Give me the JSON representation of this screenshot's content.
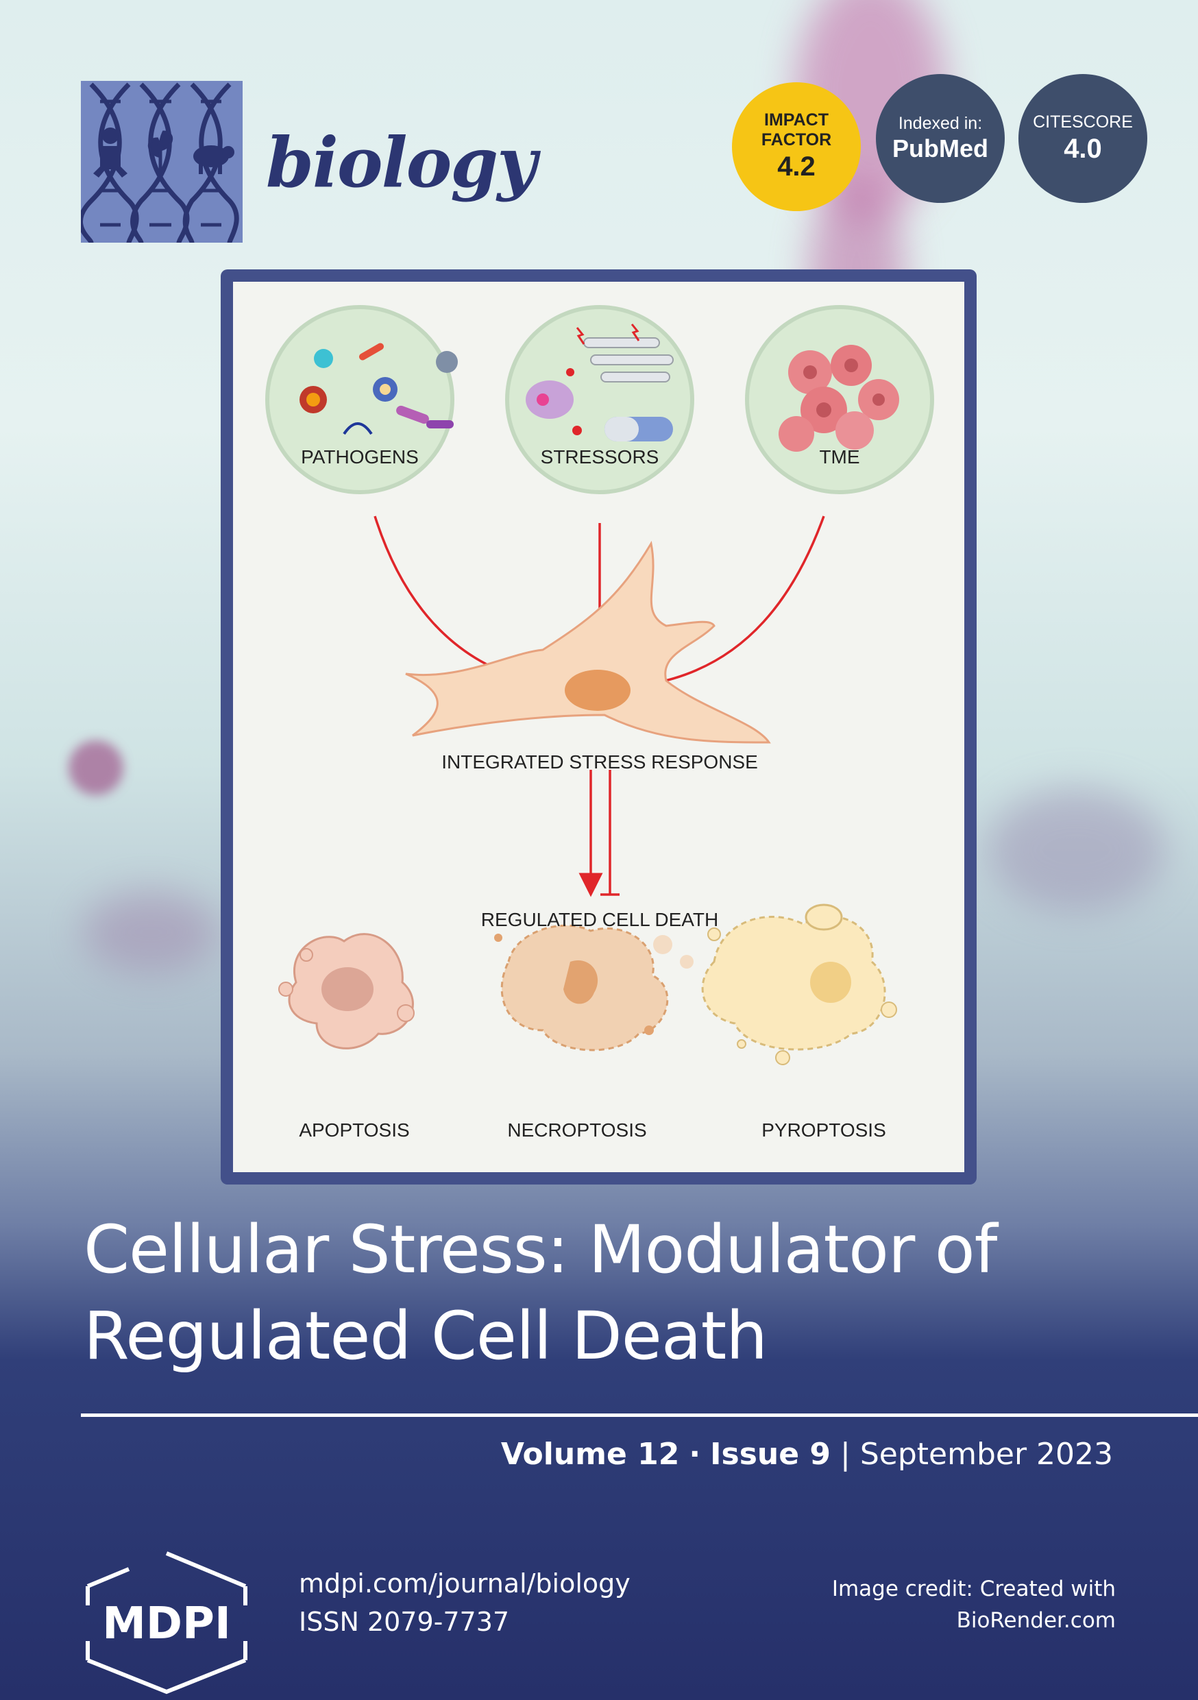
{
  "journal": {
    "name": "biology"
  },
  "badges": {
    "impact_factor": {
      "line1": "IMPACT",
      "line2": "FACTOR",
      "value": "4.2"
    },
    "indexed": {
      "label": "Indexed in:",
      "value": "PubMed"
    },
    "citescore": {
      "label": "CITESCORE",
      "value": "4.0"
    }
  },
  "figure": {
    "sources": [
      "PATHOGENS",
      "STRESSORS",
      "TME"
    ],
    "response_label": "INTEGRATED STRESS RESPONSE",
    "death_label": "REGULATED CELL DEATH",
    "outcomes": [
      "APOPTOSIS",
      "NECROPTOSIS",
      "PYROPTOSIS"
    ]
  },
  "cover": {
    "title_line1": "Cellular Stress: Modulator of",
    "title_line2": "Regulated Cell Death",
    "volume": "Volume 12",
    "separator_dot": "·",
    "issue": "Issue 9",
    "separator_bar": "|",
    "date": "September 2023"
  },
  "footer": {
    "publisher": "MDPI",
    "url": "mdpi.com/journal/biology",
    "issn": "ISSN 2079-7737",
    "credit_line1": "Image credit: Created with",
    "credit_line2": "BioRender.com"
  },
  "colors": {
    "navy": "#26306a",
    "impact_yellow": "#f6c515",
    "badge_slate": "#3e4e6b",
    "logo_blue": "#7487c1",
    "arrow_red": "#e0262a"
  }
}
